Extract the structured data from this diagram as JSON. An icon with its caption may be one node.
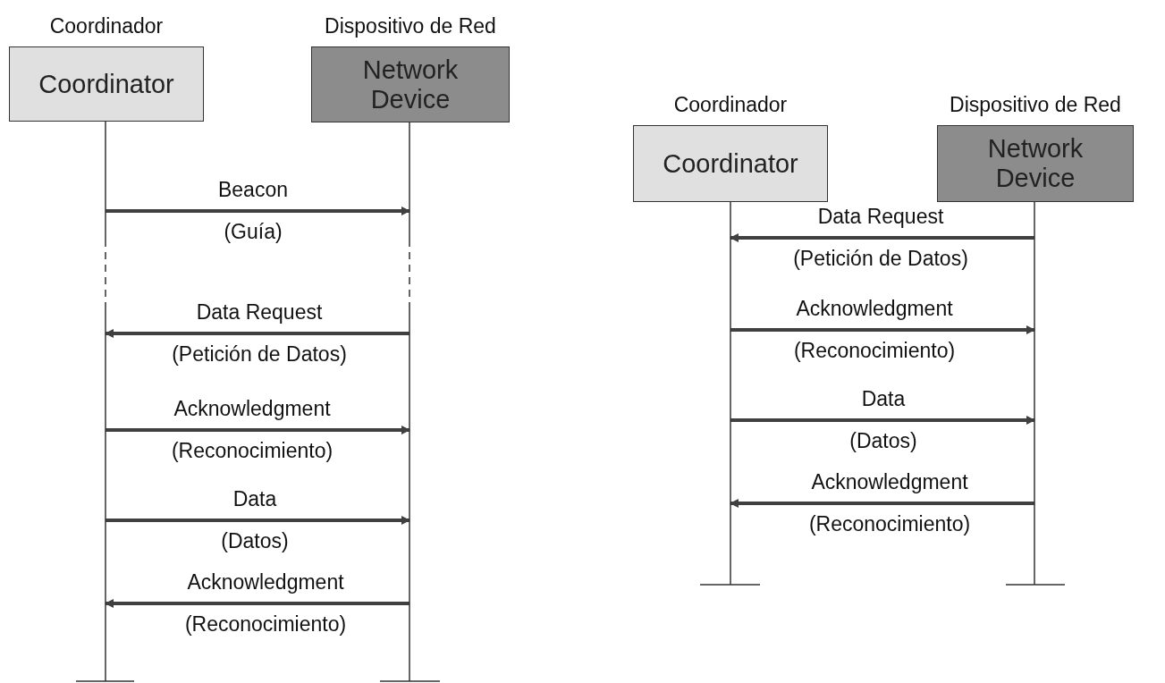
{
  "diagram": {
    "nodes": [
      {
        "text": [
          "Coordinador",
          "Coordinator"
        ]
      },
      {
        "text": [
          "Dispositivo de Red",
          "Network Device"
        ]
      },
      {
        "text": [
          "Coordinador",
          "Coordinator"
        ]
      },
      {
        "text": [
          "Dispositivo de Red",
          "Network Device"
        ]
      }
    ],
    "edges": [
      {
        "from": 0,
        "to": 1,
        "arrow": "to",
        "label": "Beacon (Guía)"
      },
      {
        "from": 1,
        "to": 0,
        "arrow": "to",
        "label": "Data Request (Petición de Datos)"
      },
      {
        "from": 0,
        "to": 1,
        "arrow": "to",
        "label": "Acknowledgment (Reconocimiento)"
      },
      {
        "from": 0,
        "to": 1,
        "arrow": "to",
        "label": "Data (Datos)"
      },
      {
        "from": 1,
        "to": 0,
        "arrow": "to",
        "label": "Acknowledgment (Reconocimiento)"
      },
      {
        "from": 3,
        "to": 2,
        "arrow": "to",
        "label": "Data Request (Petición de Datos)"
      },
      {
        "from": 2,
        "to": 3,
        "arrow": "to",
        "label": "Acknowledgment (Reconocimiento)"
      },
      {
        "from": 2,
        "to": 3,
        "arrow": "to",
        "label": "Data (Datos)"
      },
      {
        "from": 3,
        "to": 2,
        "arrow": "to",
        "label": "Acknowledgment (Reconocimiento)"
      }
    ]
  }
}
